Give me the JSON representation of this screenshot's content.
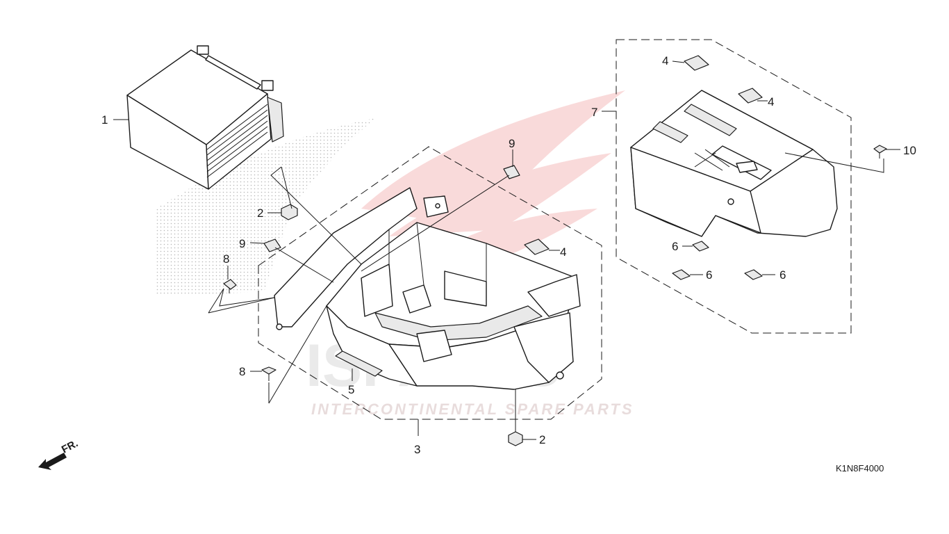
{
  "diagram_code": "K1N8F4000",
  "direction_label": "FR.",
  "watermark": {
    "brand": "ISPARTS",
    "tagline": "INTERCONTINENTAL SPARE PARTS"
  },
  "callouts": [
    "1",
    "2",
    "2",
    "3",
    "4",
    "4",
    "4",
    "5",
    "6",
    "6",
    "6",
    "7",
    "8",
    "8",
    "9",
    "9",
    "10"
  ],
  "colors": {
    "line": "#1a1a1a",
    "watermark_red": "#e85b5b",
    "watermark_grey": "#d9d9d9"
  }
}
